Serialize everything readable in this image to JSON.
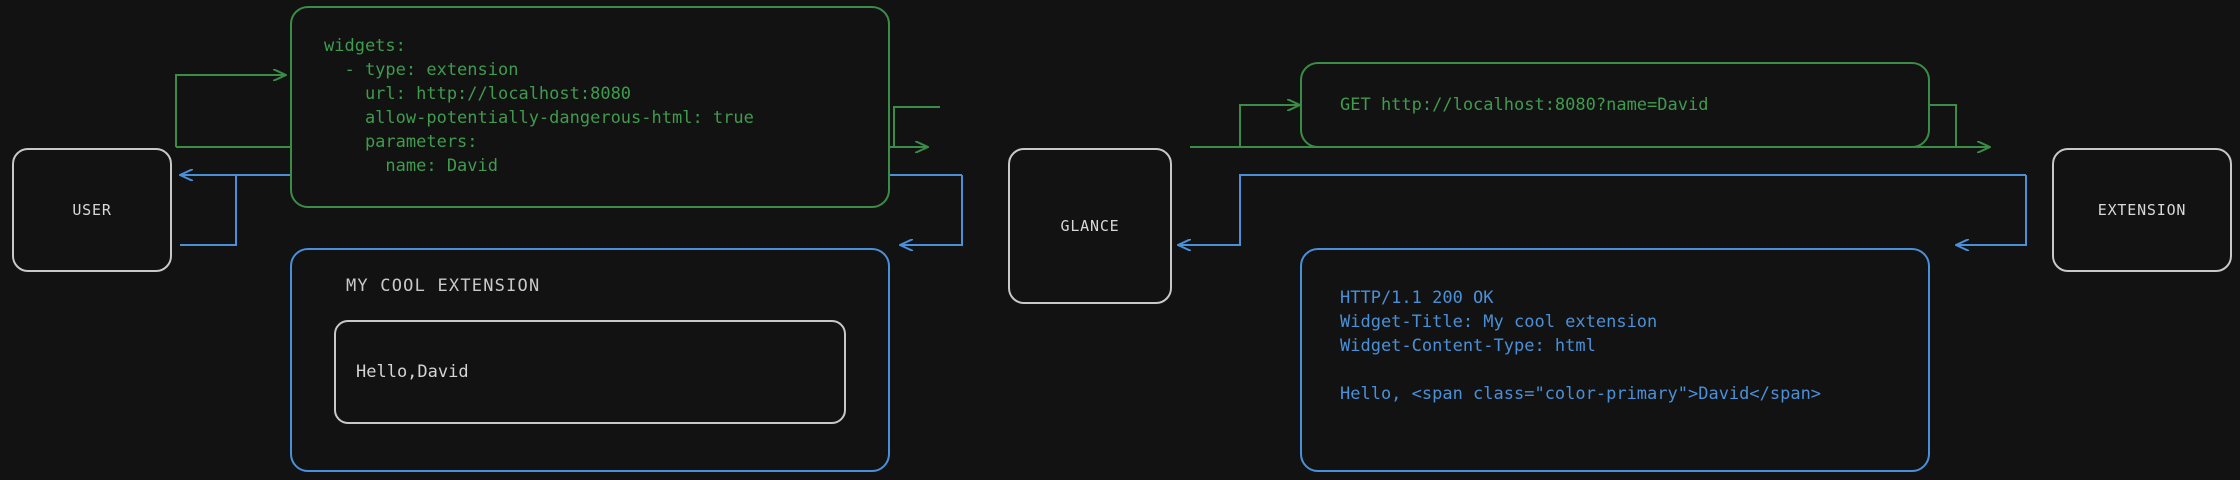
{
  "diagram": {
    "title": "Glance extension request flow",
    "background_color": "#121212",
    "colors": {
      "node_border": "#c8c8c8",
      "request_green": "#3a8d47",
      "response_blue": "#4a90d9",
      "accent_orange": "#e8652a",
      "text_light": "#d8d8d8"
    }
  },
  "nodes": [
    {
      "id": "user",
      "label": "USER"
    },
    {
      "id": "glance",
      "label": "GLANCE"
    },
    {
      "id": "extension",
      "label": "EXTENSION"
    }
  ],
  "panels": {
    "config": {
      "kind": "yaml-config",
      "color": "green",
      "lines": [
        "widgets:",
        "  - type: extension",
        "    url: http://localhost:8080",
        "    allow-potentially-dangerous-html: true",
        "    parameters:",
        "      name: David"
      ]
    },
    "request": {
      "kind": "http-request",
      "color": "green",
      "lines": [
        "GET http://localhost:8080?name=David"
      ]
    },
    "response": {
      "kind": "http-response",
      "color": "blue",
      "lines": [
        "HTTP/1.1 200 OK",
        "Widget-Title: My cool extension",
        "Widget-Content-Type: html",
        "",
        "Hello, <span class=\"color-primary\">David</span>"
      ]
    },
    "widget": {
      "kind": "rendered-widget",
      "color": "blue",
      "title": "MY COOL EXTENSION",
      "body_prefix": "Hello, ",
      "body_accent": "David"
    }
  },
  "flow": {
    "request_direction": "user -> glance -> extension",
    "response_direction": "extension -> glance -> user"
  }
}
